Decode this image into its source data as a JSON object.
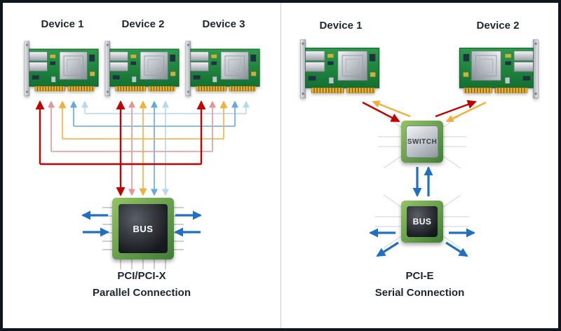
{
  "page": {
    "type": "diagram",
    "topic": "PCI/PCI-X parallel vs PCI-E serial connection"
  },
  "left_panel": {
    "devices": [
      {
        "label": "Device 1"
      },
      {
        "label": "Device 2"
      },
      {
        "label": "Device 3"
      }
    ],
    "bus_chip": {
      "label": "BUS"
    },
    "caption": {
      "line1": "PCI/PCI-X",
      "line2": "Parallel Connection"
    }
  },
  "right_panel": {
    "devices": [
      {
        "label": "Device 1"
      },
      {
        "label": "Device 2"
      }
    ],
    "switch_chip": {
      "label": "SWITCH"
    },
    "bus_chip": {
      "label": "BUS"
    },
    "caption": {
      "line1": "PCI-E",
      "line2": "Serial Connection"
    }
  },
  "colors": {
    "arrow_red": "#c00201",
    "arrow_gold": "#f0b13c",
    "arrow_pink": "#e59597",
    "arrow_sky": "#64a9dc",
    "arrow_pale": "#b5d8ef",
    "arrow_blue": "#1f6fc4",
    "chip_green_light": "#93c465",
    "chip_green_dark": "#3f7d35",
    "text_dark": "#1c2630",
    "frame_border": "#10161f",
    "divider": "#c9ced5"
  }
}
